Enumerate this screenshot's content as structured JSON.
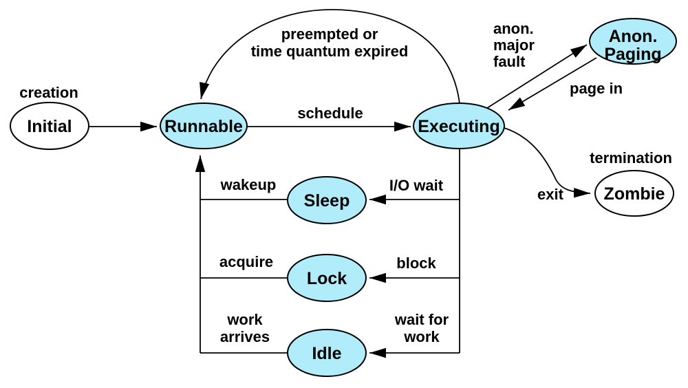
{
  "nodes": {
    "initial": {
      "label": "Initial"
    },
    "runnable": {
      "label": "Runnable"
    },
    "executing": {
      "label": "Executing"
    },
    "anon_paging": {
      "line1": "Anon.",
      "line2": "Paging"
    },
    "zombie": {
      "label": "Zombie"
    },
    "sleep": {
      "label": "Sleep"
    },
    "lock": {
      "label": "Lock"
    },
    "idle": {
      "label": "Idle"
    }
  },
  "edge_labels": {
    "creation": "creation",
    "schedule": "schedule",
    "preempted_line1": "preempted or",
    "preempted_line2": "time quantum expired",
    "anon_fault_line1": "anon.",
    "anon_fault_line2": "major",
    "anon_fault_line3": "fault",
    "page_in": "page in",
    "termination": "termination",
    "exit": "exit",
    "io_wait": "I/O wait",
    "wakeup": "wakeup",
    "block": "block",
    "acquire": "acquire",
    "wait_for_work_line1": "wait for",
    "wait_for_work_line2": "work",
    "work_arrives_line1": "work",
    "work_arrives_line2": "arrives"
  },
  "colors": {
    "node_fill": "#b0ecfa",
    "node_stroke": "#000000",
    "plain_node_fill": "#ffffff",
    "line": "#000000",
    "text": "#000000",
    "background": "#ffffff"
  }
}
